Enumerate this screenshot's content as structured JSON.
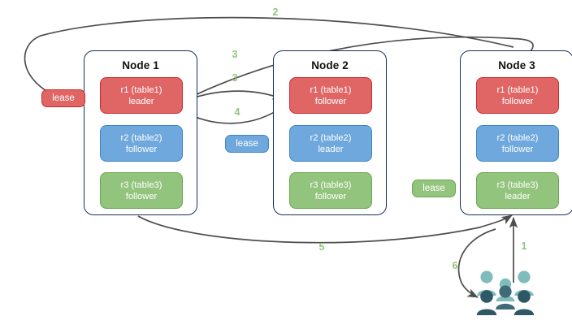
{
  "diagram": {
    "title": "distributed-lease-transfer-flow",
    "colors": {
      "replica_red": "#e06666",
      "replica_red_border": "#cc2b2b",
      "replica_blue": "#6fa8dc",
      "replica_blue_border": "#3d85c6",
      "replica_green": "#93c47d",
      "replica_green_border": "#6aa84f",
      "node_border": "#16305c",
      "arrow": "#4d4d4d",
      "step_label": "#93c47d",
      "people_back": "#7fbcbc",
      "people_front": "#3f6a78"
    }
  },
  "nodes": [
    {
      "id": "node1",
      "title": "Node 1",
      "replicas": [
        {
          "name": "r1 (table1)",
          "role": "leader",
          "color": "red"
        },
        {
          "name": "r2 (table2)",
          "role": "follower",
          "color": "blue"
        },
        {
          "name": "r3 (table3)",
          "role": "follower",
          "color": "green"
        }
      ]
    },
    {
      "id": "node2",
      "title": "Node 2",
      "replicas": [
        {
          "name": "r1 (table1)",
          "role": "follower",
          "color": "red"
        },
        {
          "name": "r2 (table2)",
          "role": "leader",
          "color": "blue"
        },
        {
          "name": "r3 (table3)",
          "role": "follower",
          "color": "green"
        }
      ]
    },
    {
      "id": "node3",
      "title": "Node 3",
      "replicas": [
        {
          "name": "r1 (table1)",
          "role": "follower",
          "color": "red"
        },
        {
          "name": "r2 (table2)",
          "role": "follower",
          "color": "blue"
        },
        {
          "name": "r3 (table3)",
          "role": "leader",
          "color": "green"
        }
      ]
    }
  ],
  "leases": [
    {
      "id": "lease-red",
      "label": "lease",
      "color": "red"
    },
    {
      "id": "lease-blue",
      "label": "lease",
      "color": "blue"
    },
    {
      "id": "lease-green",
      "label": "lease",
      "color": "green"
    }
  ],
  "steps": [
    {
      "id": "step-1",
      "label": "1"
    },
    {
      "id": "step-2",
      "label": "2"
    },
    {
      "id": "step-3a",
      "label": "3"
    },
    {
      "id": "step-3b",
      "label": "3"
    },
    {
      "id": "step-4",
      "label": "4"
    },
    {
      "id": "step-5",
      "label": "5"
    },
    {
      "id": "step-6",
      "label": "6"
    }
  ],
  "icons": {
    "people": "people-group-icon"
  }
}
